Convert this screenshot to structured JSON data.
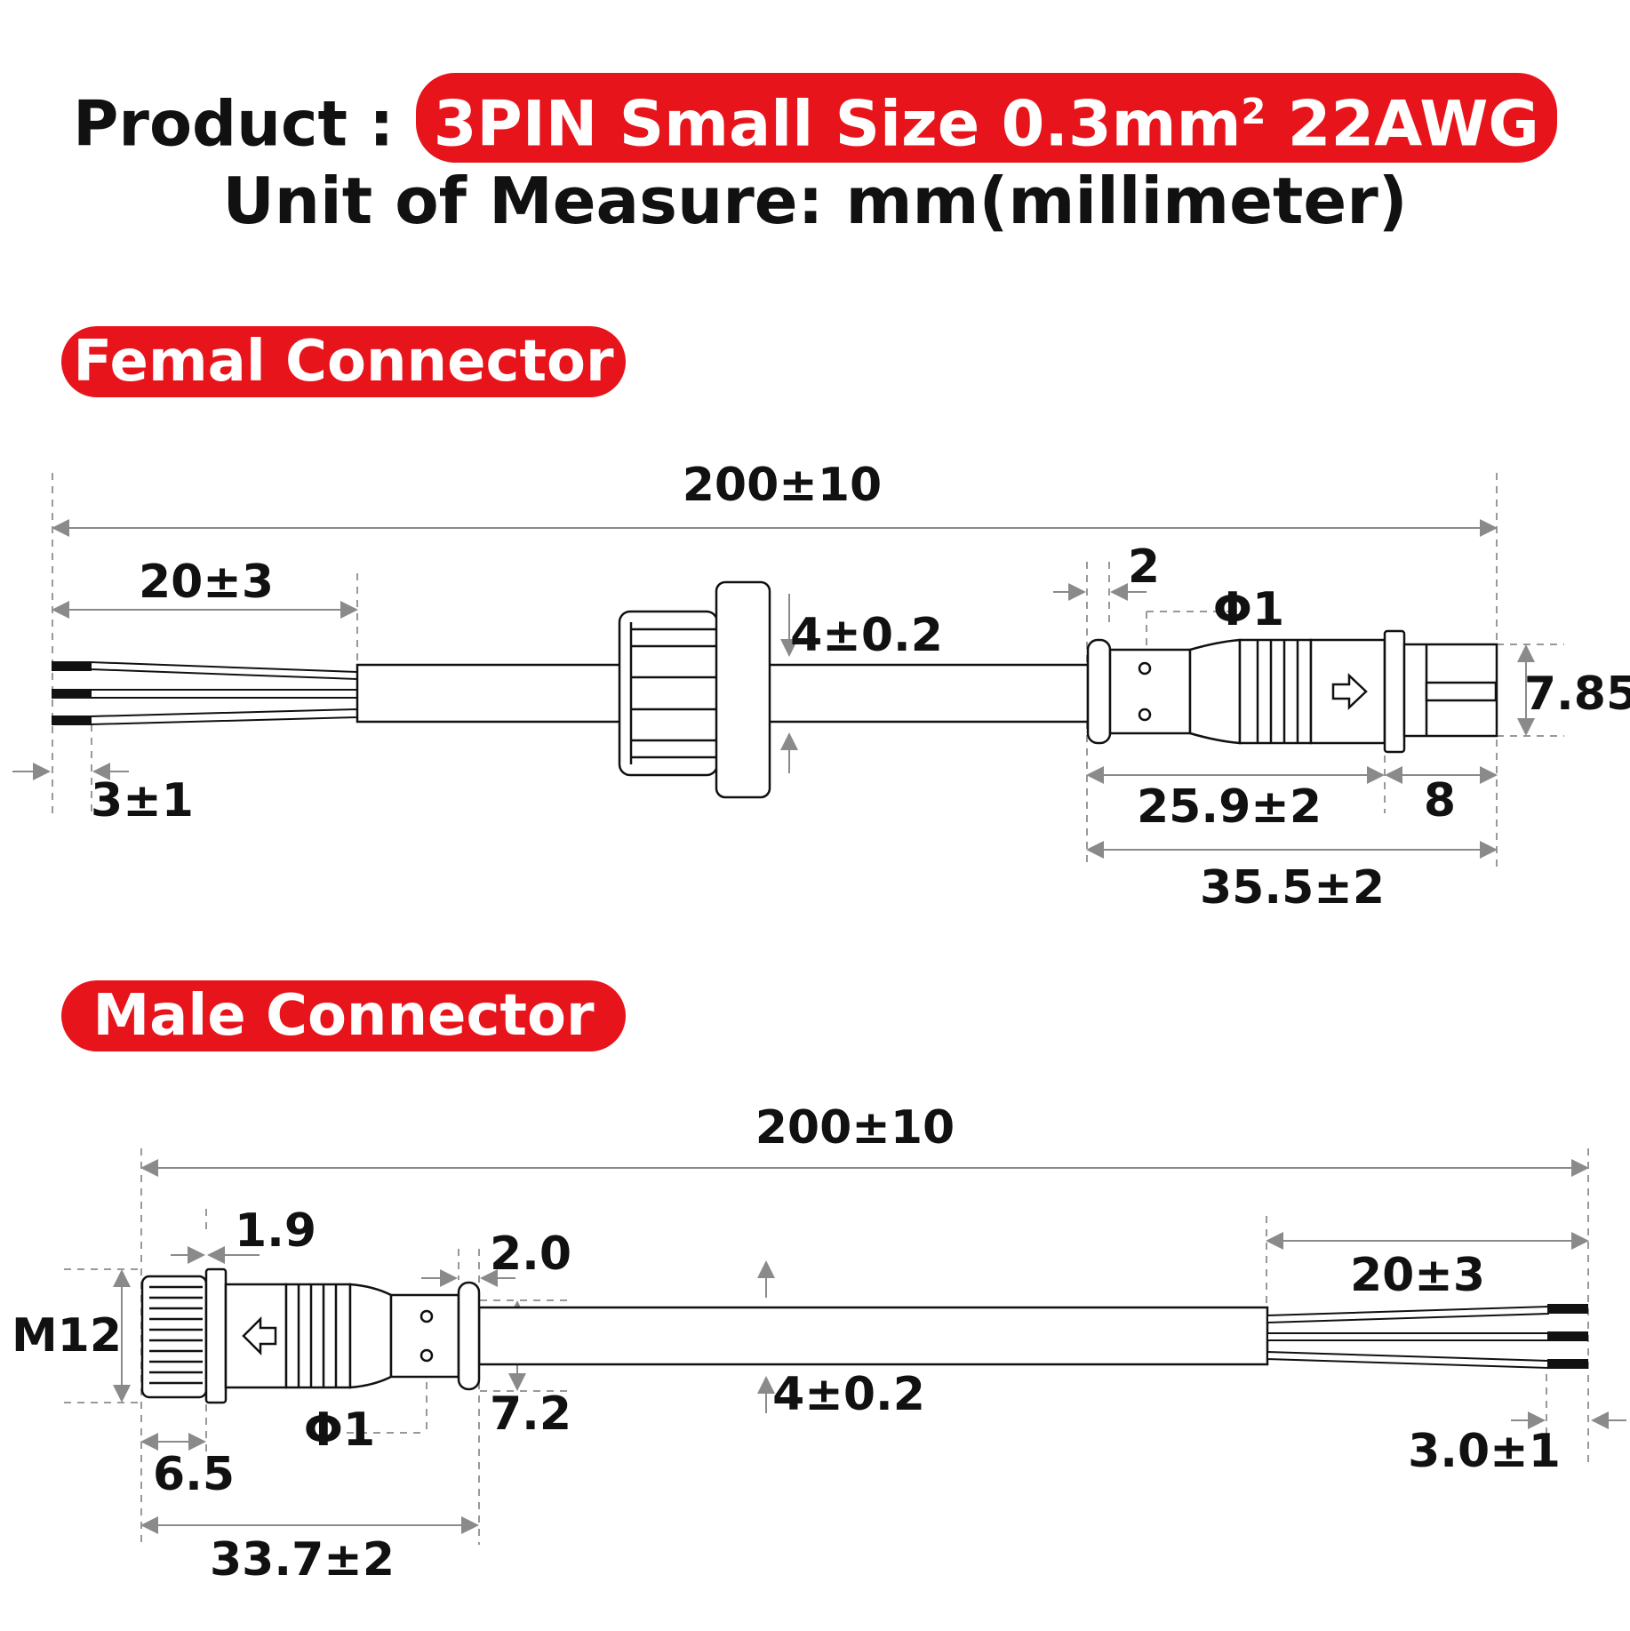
{
  "header": {
    "product_label": "Product :",
    "product_value": "3PIN Small Size  0.3mm",
    "product_sup": "2",
    "product_awg": " 22AWG",
    "unit_line": "Unit of Measure:  mm(millimeter)"
  },
  "female": {
    "title": "Femal Connector",
    "dims": {
      "total": "200±10",
      "strip": "20±3",
      "tin": "3±1",
      "cable_dia": "4±0.2",
      "gap": "2",
      "pin_dia": "Φ1",
      "height": "7.85",
      "body": "25.9±2",
      "tip": "8",
      "overall": "35.5±2"
    }
  },
  "male": {
    "title": "Male Connector",
    "dims": {
      "total": "200±10",
      "thread": "M12",
      "flange": "1.9",
      "gap": "2.0",
      "strip": "20±3",
      "thread_len": "6.5",
      "pin_dia": "Φ1",
      "height": "7.2",
      "cable_dia": "4±0.2",
      "tin": "3.0±1",
      "overall": "33.7±2"
    }
  },
  "colors": {
    "accent": "#e8141b",
    "line": "#222222",
    "dim": "#8a8a8a"
  }
}
